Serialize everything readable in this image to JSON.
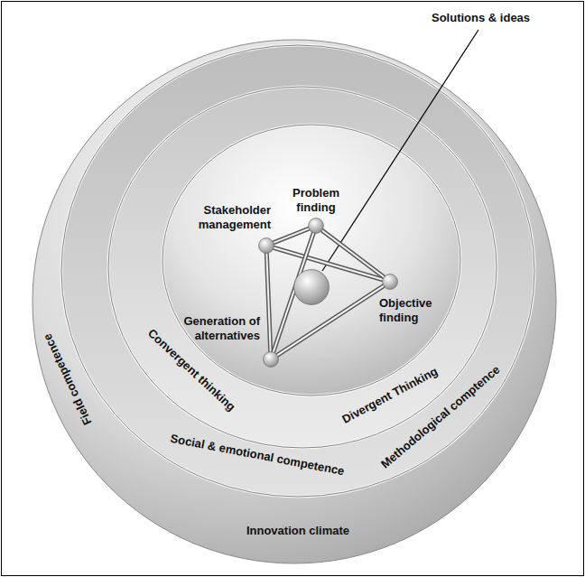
{
  "diagram": {
    "nodes": [
      {
        "text": [
          "Solutions & ideas"
        ]
      },
      {
        "text": [
          "Stakeholder management"
        ]
      },
      {
        "text": [
          "Problem finding"
        ]
      },
      {
        "text": [
          "Objective finding"
        ]
      },
      {
        "text": [
          "Generation of alternatives"
        ]
      }
    ],
    "edges": [
      {
        "from": 1,
        "to": 2,
        "arrow": "none"
      },
      {
        "from": 1,
        "to": 3,
        "arrow": "none"
      },
      {
        "from": 1,
        "to": 4,
        "arrow": "none"
      },
      {
        "from": 2,
        "to": 3,
        "arrow": "none"
      },
      {
        "from": 2,
        "to": 4,
        "arrow": "none"
      },
      {
        "from": 3,
        "to": 4,
        "arrow": "none"
      }
    ],
    "labels": [
      "Field competence",
      "Convergent thinking",
      "Social & emotional competence",
      "Divergent Thinking",
      "Methodological comptence",
      "Innovation climate"
    ]
  }
}
